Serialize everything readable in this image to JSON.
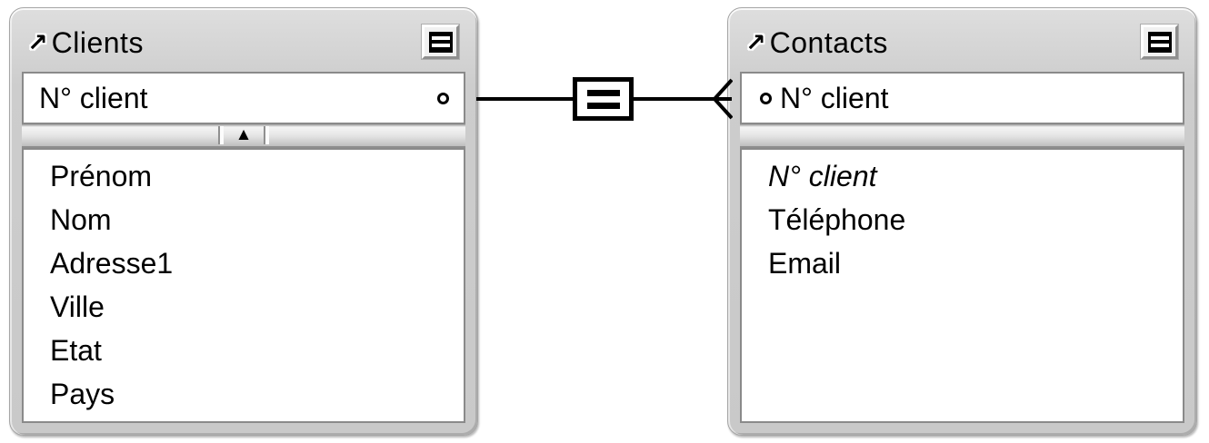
{
  "icons": {
    "expand_arrow": "↗",
    "collapse_toggle": "▲"
  },
  "colors": {
    "table_frame": "#cdcdcd",
    "panel_white": "#ffffff",
    "panel_border": "#8a8a8a",
    "text": "#000000",
    "relationship_line": "#000000"
  },
  "connector": {
    "operator": "=",
    "left_end": "plain-line",
    "right_end": "crows-foot"
  },
  "tables": [
    {
      "title": "Clients",
      "key_field": "N° client",
      "fields": [
        "Prénom",
        "Nom",
        "Adresse1",
        "Ville",
        "Etat",
        "Pays"
      ]
    },
    {
      "title": "Contacts",
      "key_field": "N° client",
      "fields": [
        "N° client",
        "Téléphone",
        "Email"
      ]
    }
  ]
}
